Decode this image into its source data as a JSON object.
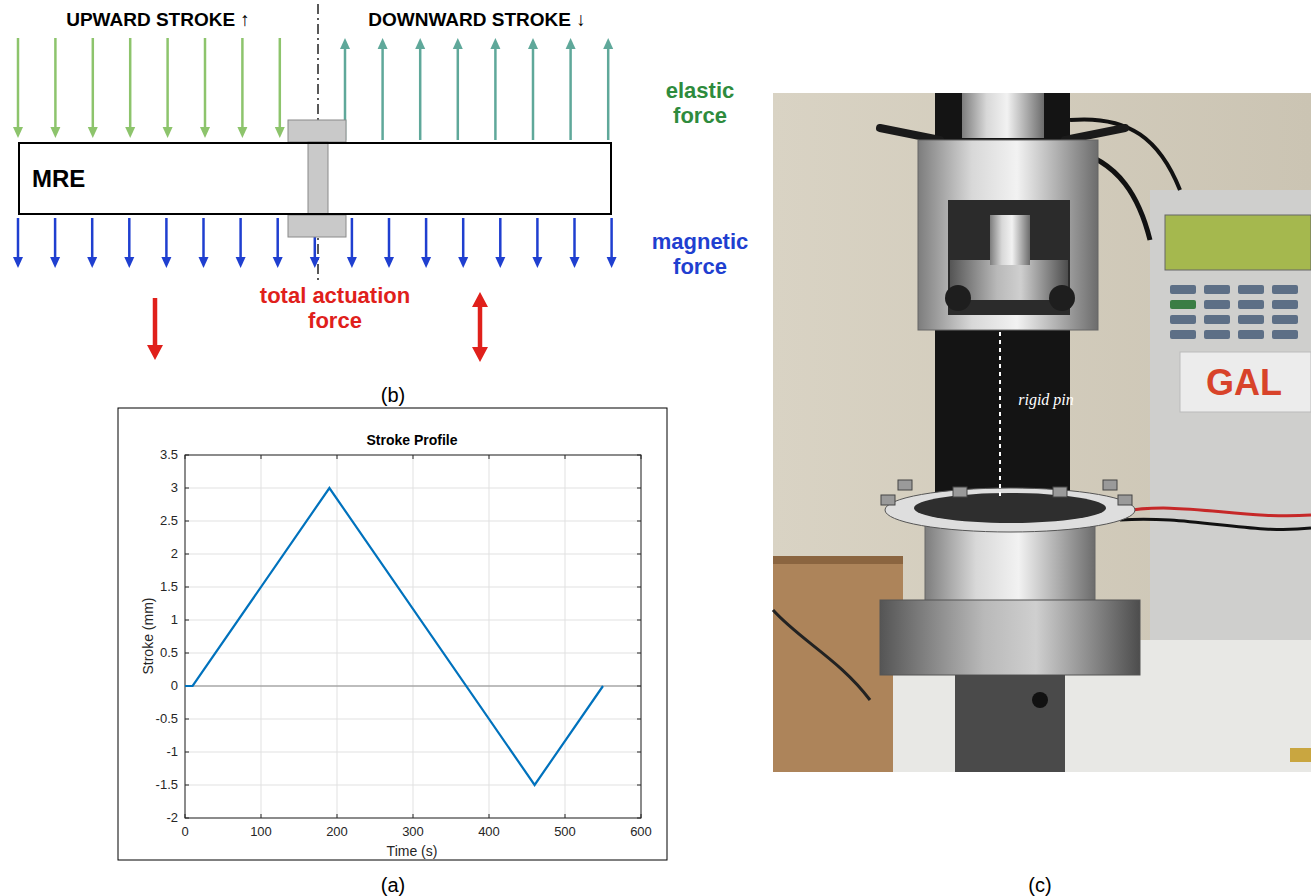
{
  "diagram": {
    "nodes": [
      {
        "text": [
          "MRE"
        ]
      }
    ],
    "labels": [
      "UPWARD STROKE ↑",
      "DOWNWARD STROKE ↓",
      "elastic force",
      "magnetic force",
      "total actuation force",
      "(b)",
      "Stroke Profile",
      "3.5",
      "3",
      "2.5",
      "2",
      "1.5",
      "1",
      "0.5",
      "0",
      "-0.5",
      "-1",
      "-1.5",
      "-2",
      "0",
      "100",
      "200",
      "300",
      "400",
      "500",
      "600",
      "Stroke (mm)",
      "Time (s)",
      "(a)",
      "rigid pin",
      "GAL",
      "(c)"
    ]
  }
}
